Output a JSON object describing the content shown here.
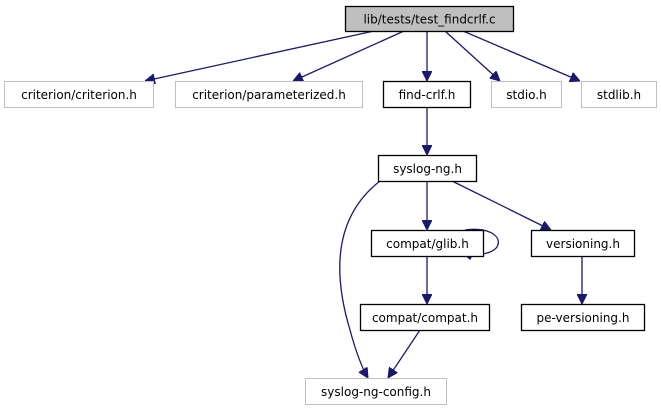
{
  "title": "lib/tests/test_findcrlf.c include dependency graph",
  "colors": {
    "edge": "#191970",
    "root_fill": "#bfbfbf",
    "documented_border": "#000000",
    "external_border": "#bfbfbf",
    "node_fill": "#ffffff"
  },
  "nodes": [
    {
      "id": "root",
      "label": "lib/tests/test_findcrlf.c",
      "kind": "root"
    },
    {
      "id": "criterion",
      "label": "criterion/criterion.h",
      "kind": "external"
    },
    {
      "id": "parameterized",
      "label": "criterion/parameterized.h",
      "kind": "external"
    },
    {
      "id": "findcrlf",
      "label": "find-crlf.h",
      "kind": "documented"
    },
    {
      "id": "stdio",
      "label": "stdio.h",
      "kind": "external"
    },
    {
      "id": "stdlib",
      "label": "stdlib.h",
      "kind": "external"
    },
    {
      "id": "syslogng",
      "label": "syslog-ng.h",
      "kind": "documented"
    },
    {
      "id": "glib",
      "label": "compat/glib.h",
      "kind": "documented"
    },
    {
      "id": "versioning",
      "label": "versioning.h",
      "kind": "documented"
    },
    {
      "id": "compat",
      "label": "compat/compat.h",
      "kind": "documented"
    },
    {
      "id": "peversioning",
      "label": "pe-versioning.h",
      "kind": "documented"
    },
    {
      "id": "config",
      "label": "syslog-ng-config.h",
      "kind": "external"
    }
  ],
  "edges": [
    {
      "from": "root",
      "to": "criterion"
    },
    {
      "from": "root",
      "to": "parameterized"
    },
    {
      "from": "root",
      "to": "findcrlf"
    },
    {
      "from": "root",
      "to": "stdio"
    },
    {
      "from": "root",
      "to": "stdlib"
    },
    {
      "from": "findcrlf",
      "to": "syslogng"
    },
    {
      "from": "syslogng",
      "to": "glib"
    },
    {
      "from": "syslogng",
      "to": "versioning"
    },
    {
      "from": "syslogng",
      "to": "config"
    },
    {
      "from": "glib",
      "to": "glib"
    },
    {
      "from": "glib",
      "to": "compat"
    },
    {
      "from": "versioning",
      "to": "peversioning"
    },
    {
      "from": "compat",
      "to": "config"
    }
  ]
}
